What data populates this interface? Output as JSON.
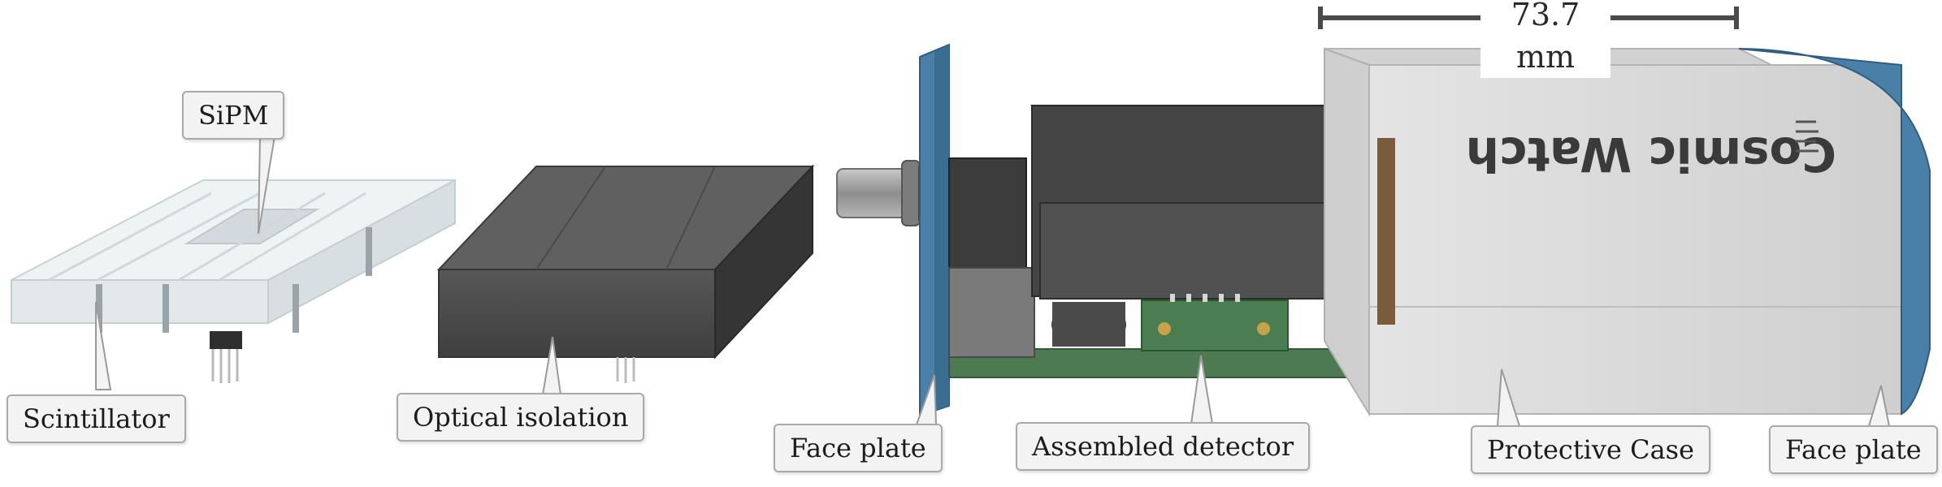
{
  "dimension": {
    "label": "73.7 mm"
  },
  "labels": {
    "sipm": "SiPM",
    "scintillator": "Scintillator",
    "optical_isolation": "Optical isolation",
    "face_plate_front": "Face plate",
    "assembled_detector": "Assembled detector",
    "protective_case": "Protective Case",
    "face_plate_back": "Face plate"
  },
  "case_brand": {
    "text": "Cosmic Watch"
  },
  "colors": {
    "case_body": "#d8d8d8",
    "face_plate": "#4a7fa8",
    "foam_block": "#4b4b4b",
    "pcb": "#4e7a52",
    "scintillator": "#e9eef0"
  }
}
